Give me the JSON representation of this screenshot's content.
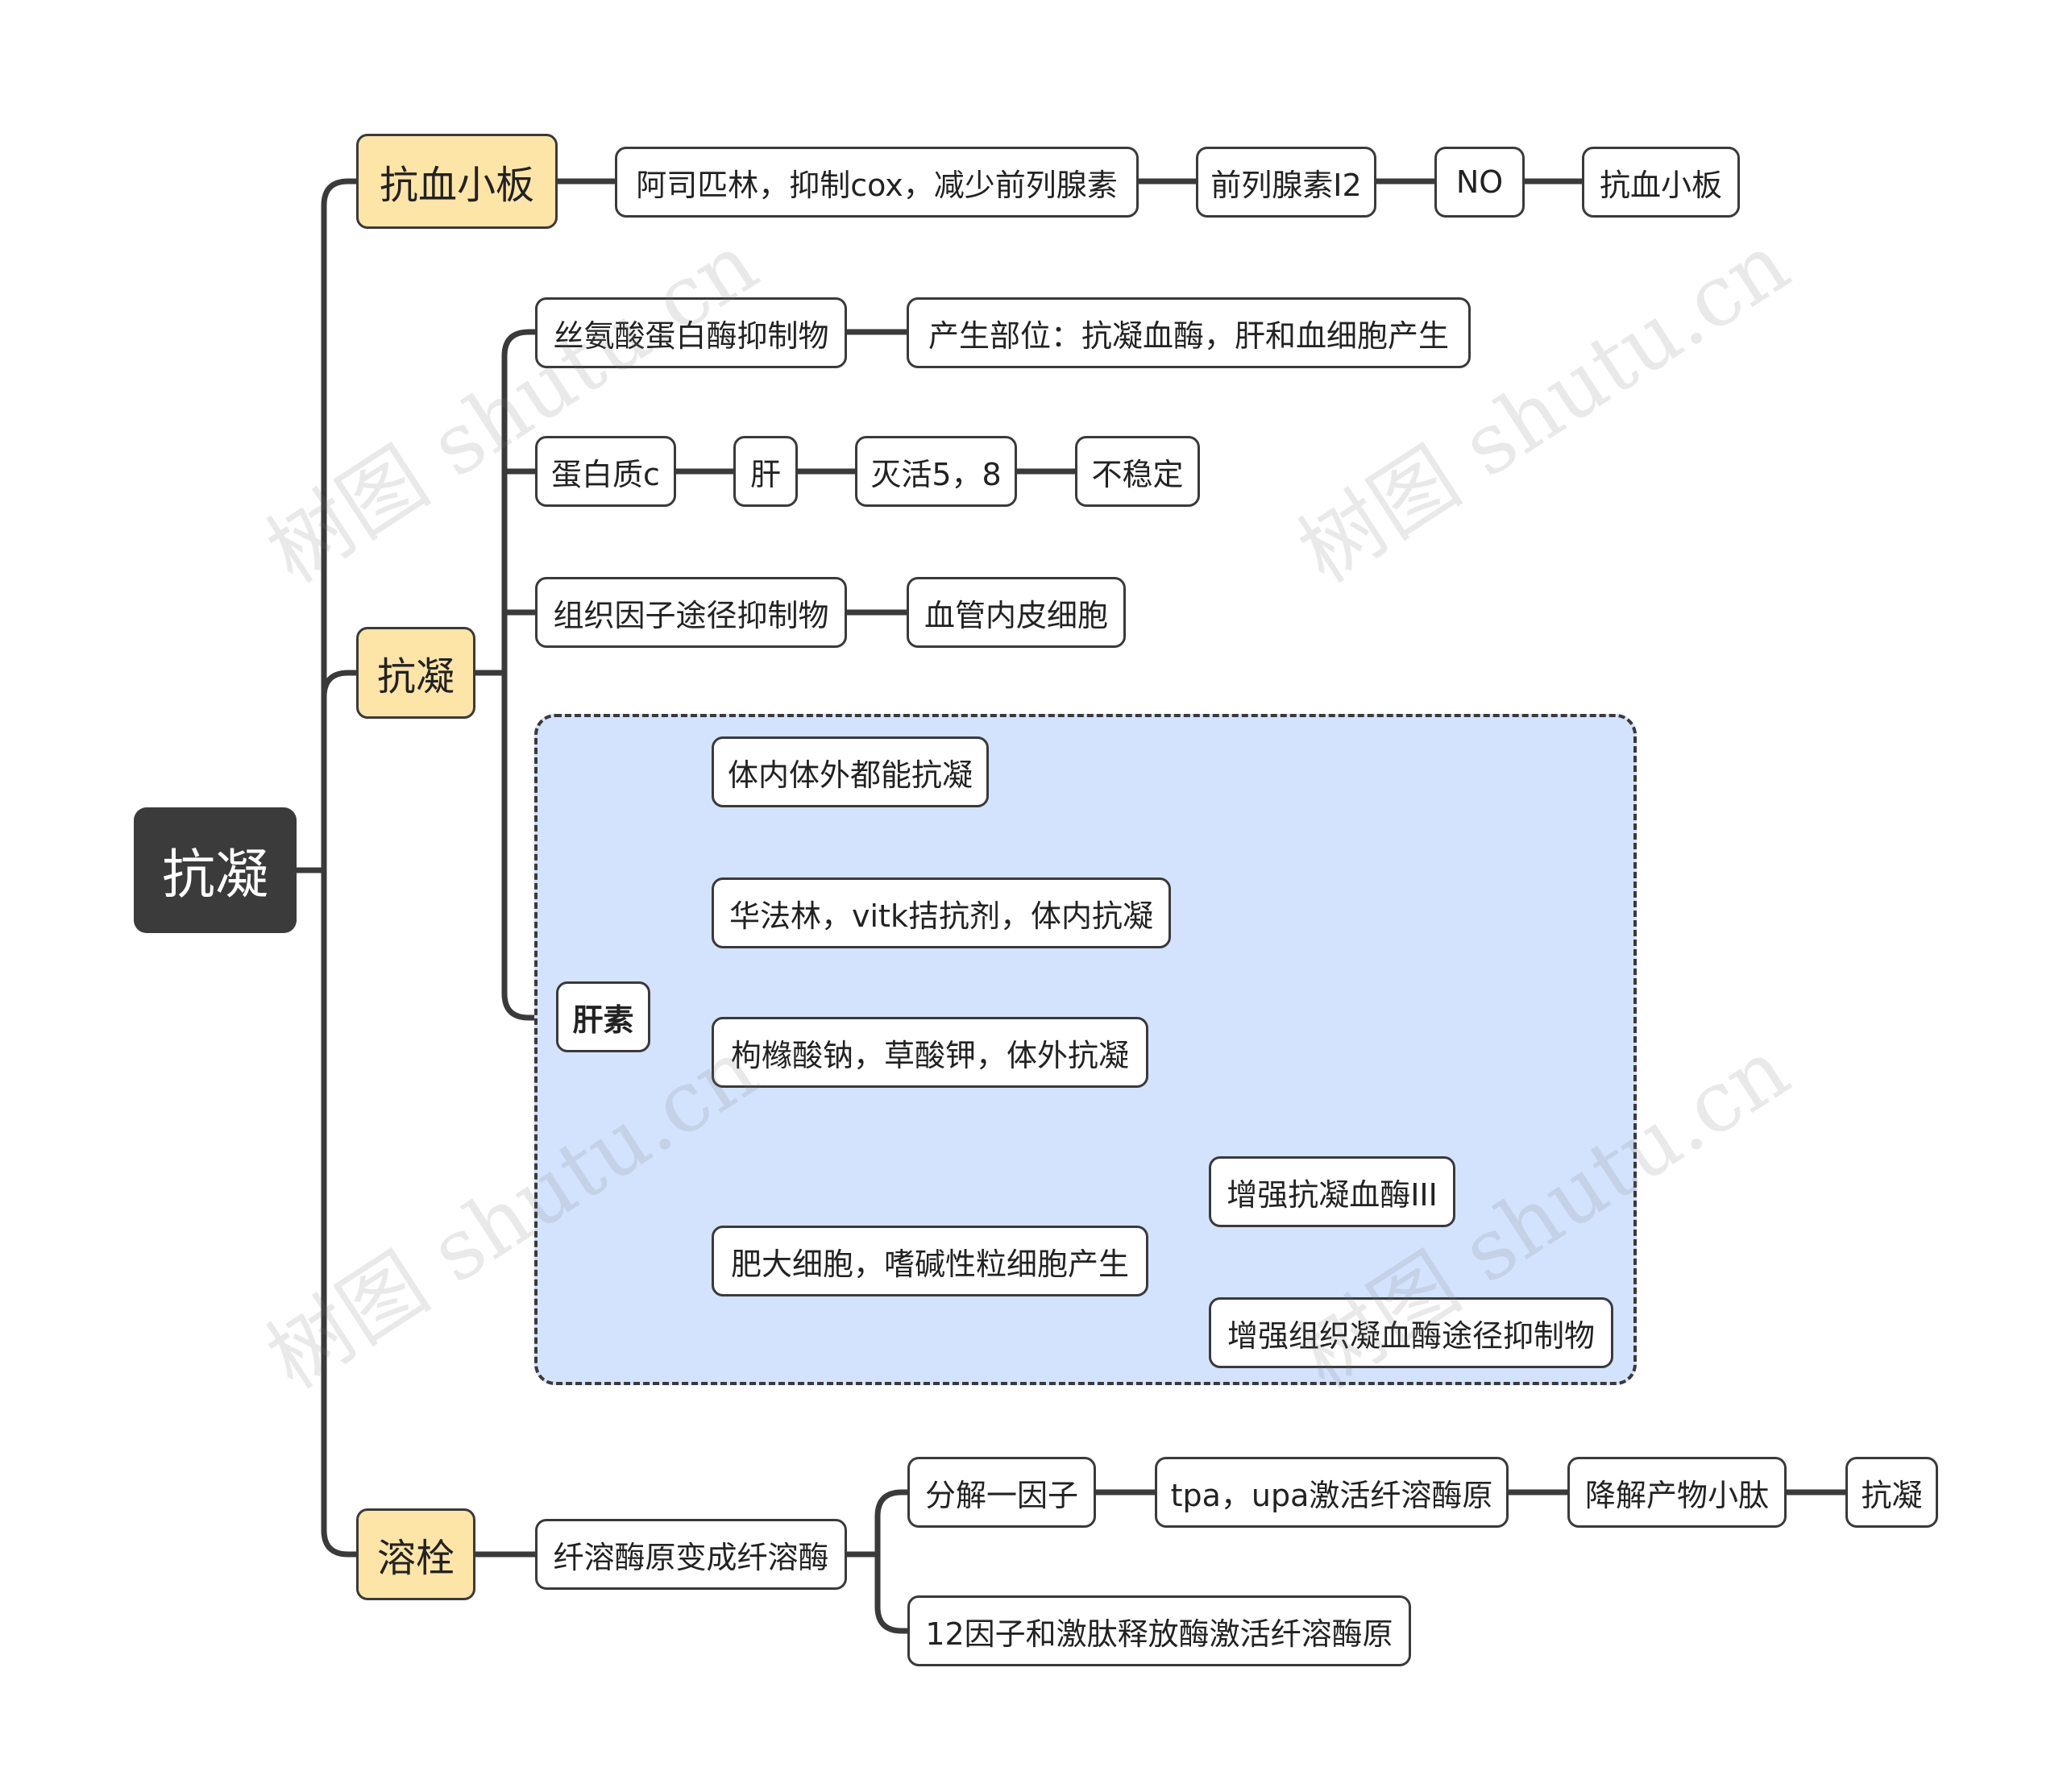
{
  "mindmap": {
    "root": "抗凝",
    "branches": {
      "antiplatelet": {
        "label": "抗血小板",
        "chain": [
          "阿司匹林，抑制cox，减少前列腺素",
          "前列腺素I2",
          "NO",
          "抗血小板"
        ]
      },
      "anticoagulation": {
        "label": "抗凝",
        "serine_inhibitor": "丝氨酸蛋白酶抑制物",
        "serine_inhibitor_detail": "产生部位：抗凝血酶，肝和血细胞产生",
        "protein_c": "蛋白质c",
        "protein_c_chain": [
          "肝",
          "灭活5，8",
          "不稳定"
        ],
        "tfpi": "组织因子途径抑制物",
        "tfpi_detail": "血管内皮细胞",
        "heparin": {
          "label": "肝素",
          "items": [
            "体内体外都能抗凝",
            "华法林，vitk拮抗剂，体内抗凝",
            "枸橼酸钠，草酸钾，体外抗凝",
            "肥大细胞，嗜碱性粒细胞产生"
          ],
          "mast_cell_effects": [
            "增强抗凝血酶III",
            "增强组织凝血酶途径抑制物"
          ]
        }
      },
      "thrombolysis": {
        "label": "溶栓",
        "step": "纤溶酶原变成纤溶酶",
        "chain": [
          "分解一因子",
          "tpa，upa激活纤溶酶原",
          "降解产物小肽",
          "抗凝"
        ],
        "alt": "12因子和激肽释放酶激活纤溶酶原"
      }
    }
  },
  "watermark": "树图 shutu.cn",
  "colors": {
    "root_fill": "#3b3b3b",
    "main_fill": "#fde5a8",
    "group_fill": "#d3e3fd",
    "line": "#3a3a3a"
  }
}
